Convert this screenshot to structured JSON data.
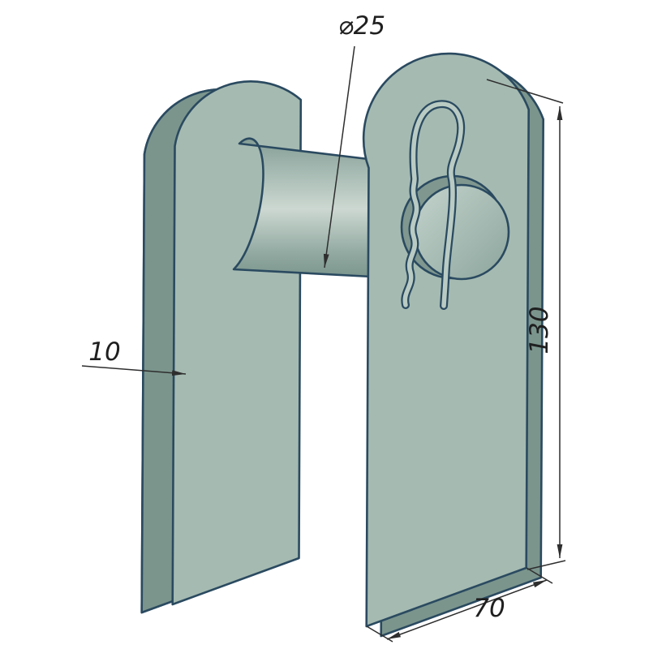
{
  "drawing": {
    "kind": "isometric-part-drawing",
    "subject": "clevis-bracket-with-pin-and-r-clip",
    "dimensions": {
      "pin_diameter": "⌀25",
      "plate_thickness": "10",
      "height": "130",
      "width": "70"
    },
    "colors": {
      "background": "#ffffff",
      "plate_face": "#a5bab1",
      "plate_edge": "#7b958d",
      "metal_highlight": "#ccd8d1",
      "part_outline": "#2a4a60",
      "dimension_lines": "#2e2e2e",
      "dimension_text": "#1f1f1f"
    }
  }
}
